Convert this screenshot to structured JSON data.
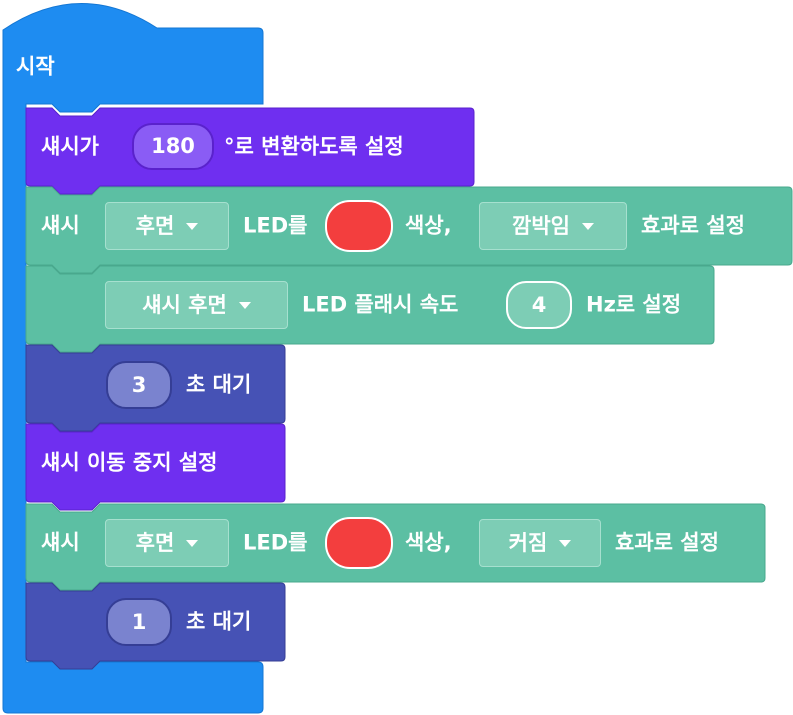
{
  "colors": {
    "event": "#1e8cf1",
    "event_border": "#1477d4",
    "motion": "#6f2ff0",
    "motion_border": "#5a22cc",
    "light": "#5cbfa3",
    "light_border": "#49a88d",
    "control": "#4652b5",
    "control_border": "#353e95",
    "led_red": "#f33e3e"
  },
  "script": {
    "hat": {
      "label": "시작"
    },
    "heading": {
      "prefix": "섀시가",
      "value": "180",
      "suffix": "°로 변환하도록 설정"
    },
    "led1": {
      "prefix": "섀시",
      "position": "후면",
      "led_label": "LED를",
      "color_label": "색상,",
      "effect": "깜박임",
      "suffix": "효과로 설정"
    },
    "flash": {
      "target": "섀시 후면",
      "prefix": "LED 플래시 속도",
      "value": "4",
      "suffix": "Hz로 설정"
    },
    "wait1": {
      "value": "3",
      "suffix": "초 대기"
    },
    "stop": {
      "label": "섀시 이동 중지 설정"
    },
    "led2": {
      "prefix": "섀시",
      "position": "후면",
      "led_label": "LED를",
      "color_label": "색상,",
      "effect": "커짐",
      "suffix": "효과로 설정"
    },
    "wait2": {
      "value": "1",
      "suffix": "초 대기"
    }
  }
}
